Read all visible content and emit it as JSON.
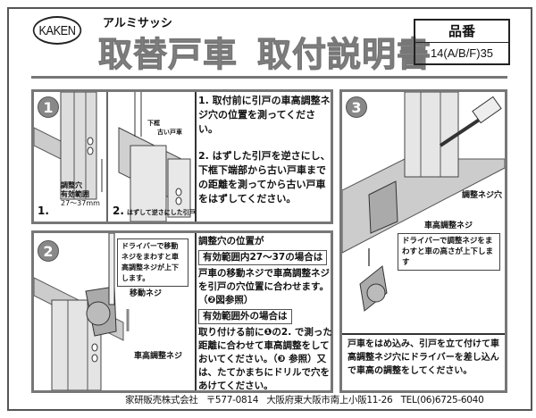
{
  "header": {
    "logo": "KAKEN",
    "subtitle": "アルミサッシ",
    "title_a": "取替戸車",
    "title_b": "取付説明書",
    "product_label": "品番",
    "product_code": "14(A/B/F)35"
  },
  "step1": {
    "badge": "1",
    "fig1_label": "1.",
    "fig1_hole": "調整穴",
    "fig1_range": "有効範囲",
    "fig1_mm": "27～37mm",
    "fig2_label": "2.",
    "fig2_caption": "はずして逆さにした引戸",
    "fig2_rail": "下框",
    "fig2_old": "古い戸車",
    "text1": "1. 取付前に引戸の車高調整ネジ穴の位置を測ってください。",
    "text2": "2. はずした引戸を逆さにし、下框下端部から古い戸車までの距離を測ってから古い戸車をはずしてください。"
  },
  "step2": {
    "badge": "2",
    "note": "ドライバーで移動ネジをまわすと車高調整ネジが上下します。",
    "move_screw": "移動ネジ",
    "height_screw": "車高調整ネジ",
    "intro": "調整穴の位置が",
    "case_in": "有効範囲内27～37の場合は",
    "case_in_text": "戸車の移動ネジで車高調整ネジを引戸の穴位置に合わせます。（❷図参照）",
    "case_out": "有効範囲外の場合は",
    "case_out_text": "取り付ける前に❶の2. で測った距離に合わせて車高調整をしておいてください。（❸ 参照）又は、たてかまちにドリルで穴をあけてください。"
  },
  "step3": {
    "badge": "3",
    "hole": "調整ネジ穴",
    "height_screw": "車高調整ネジ",
    "note": "ドライバーで調整ネジをまわすと車の高さが上下します",
    "text": "戸車をはめ込み、引戸を立て付けて車高調整ネジ穴にドライバーを差し込んで車高の調整をしてください。"
  },
  "footer": {
    "company": "家研販売株式会社",
    "postal": "〒577-0814",
    "address": "大阪府東大阪市南上小阪11-26",
    "tel": "TEL(06)6725-6040"
  }
}
